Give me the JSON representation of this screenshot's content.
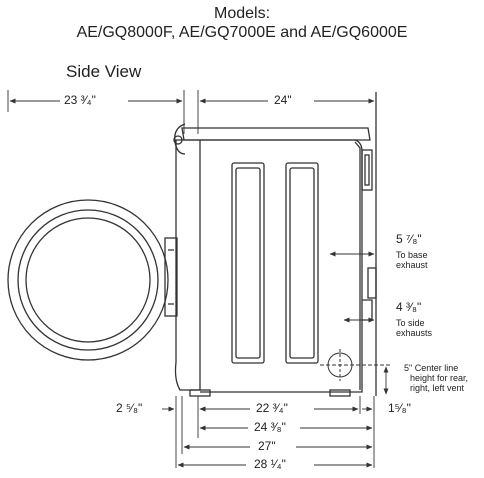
{
  "header": {
    "models_label": "Models:",
    "models_list": "AE/GQ8000F, AE/GQ7000E and AE/GQ6000E"
  },
  "view_title": "Side View",
  "dimensions": {
    "door_depth": "23 ³⁄₄\"",
    "top_depth": "24\"",
    "base_exhaust_value": "5 ⁷⁄₈\"",
    "base_exhaust_note": [
      "To base",
      "exhaust"
    ],
    "side_exhaust_value": "4 ³⁄₈\"",
    "side_exhaust_note": [
      "To side",
      "exhausts"
    ],
    "center_line_value": "5\" Center line",
    "center_line_note": [
      "height for rear,",
      "right, left vent"
    ],
    "front_offset": "2 ⁵⁄₈\"",
    "rear_offset": "1⁵⁄₈\"",
    "cabinet_depth": "22 ³⁄₄\"",
    "depth_a": "24 ³⁄₈\"",
    "depth_b": "27\"",
    "overall_depth": "28 ¹⁄₄\""
  },
  "colors": {
    "line": "#333333",
    "background": "#ffffff"
  }
}
